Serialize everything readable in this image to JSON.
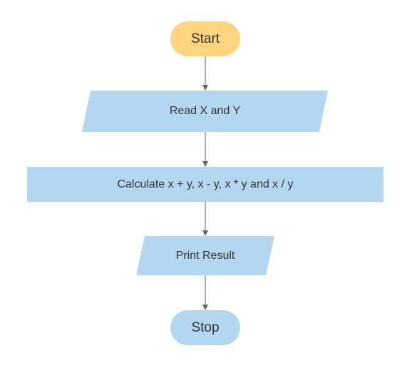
{
  "diagram": {
    "nodes": {
      "start": {
        "label": "Start",
        "shape": "terminal",
        "fill": "#FFD47F"
      },
      "read": {
        "label": "Read X and Y",
        "shape": "input-output",
        "fill": "#B3D7F0"
      },
      "calculate": {
        "label": "Calculate x + y, x - y, x * y and x / y",
        "shape": "process",
        "fill": "#B3D7F0"
      },
      "print": {
        "label": "Print Result",
        "shape": "input-output",
        "fill": "#B3D7F0"
      },
      "stop": {
        "label": "Stop",
        "shape": "terminal",
        "fill": "#B3D7F0"
      }
    },
    "edges": [
      {
        "from": "start",
        "to": "read"
      },
      {
        "from": "read",
        "to": "calculate"
      },
      {
        "from": "calculate",
        "to": "print"
      },
      {
        "from": "print",
        "to": "stop"
      }
    ],
    "colors": {
      "connector": "#666666",
      "text": "#333333"
    }
  }
}
